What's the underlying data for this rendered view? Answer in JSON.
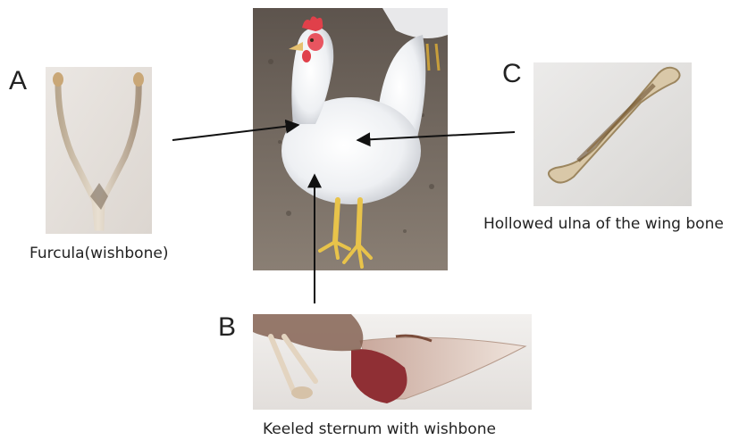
{
  "panels": {
    "a": {
      "letter": "A",
      "caption": "Furcula(wishbone)",
      "image": "wishbone-photo"
    },
    "b": {
      "letter": "B",
      "caption": "Keeled sternum with wishbone",
      "image": "sternum-photo"
    },
    "c": {
      "letter": "C",
      "caption": "Hollowed ulna of the wing bone",
      "image": "ulna-photo"
    }
  },
  "center_image": "white-chicken-photo"
}
